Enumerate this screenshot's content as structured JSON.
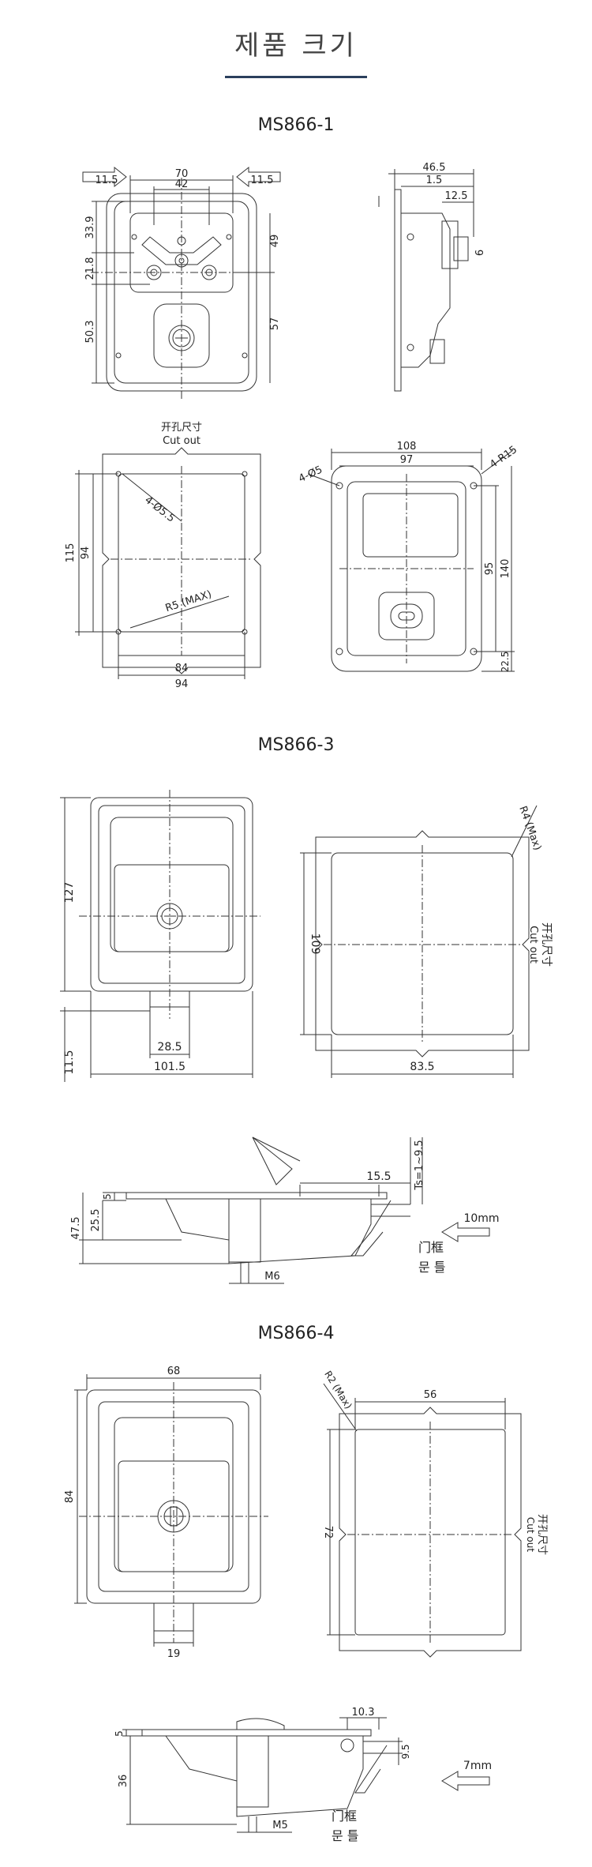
{
  "page": {
    "title": "제품 크기"
  },
  "sections": [
    {
      "model": "MS866-1",
      "front_view": {
        "dims": {
          "left_margin": "11.5",
          "overall_width": "70",
          "inner_width": "42",
          "right_margin": "11.5",
          "top_height": "33.9",
          "mid_height": "21.8",
          "lower_height": "50.3",
          "right_upper": "49",
          "right_lower": "57"
        }
      },
      "side_view": {
        "dims": {
          "depth": "46.5",
          "flange": "1.5",
          "cam": "12.5",
          "thickness": "6"
        }
      },
      "cutout_view": {
        "label_cn": "开孔尺寸",
        "label_en": "Cut out",
        "dims": {
          "holes": "4-Ø5.5",
          "radius": "R5 (MAX)",
          "height_outer": "115",
          "height_inner": "94",
          "width_inner": "84",
          "width_outer": "94"
        }
      },
      "back_view": {
        "dims": {
          "holes": "4-Ø5",
          "corner": "4-R15",
          "width_outer": "108",
          "width_inner": "97",
          "height_inner": "95",
          "height_outer": "140",
          "bottom": "22.5"
        }
      }
    },
    {
      "model": "MS866-3",
      "front_view": {
        "dims": {
          "height": "127",
          "lock_width": "28.5",
          "width": "101.5",
          "bottom": "11.5"
        }
      },
      "cutout_view": {
        "label_cn": "开孔尺寸",
        "label_en": "Cut out",
        "dims": {
          "radius": "R4 (Max)",
          "height": "109",
          "width": "83.5"
        }
      },
      "side_view": {
        "label_cn": "门框",
        "label_kr": "문 틀",
        "dims": {
          "ts": "Ts=1~9.5",
          "offset": "15.5",
          "flange": "5",
          "body": "25.5",
          "total": "47.5",
          "thread": "M6",
          "door": "10mm"
        }
      }
    },
    {
      "model": "MS866-4",
      "front_view": {
        "dims": {
          "width": "68",
          "height": "84",
          "lock_width": "19"
        }
      },
      "cutout_view": {
        "label_cn": "开孔尺寸",
        "label_en": "Cut out",
        "dims": {
          "radius": "R2 (Max)",
          "width": "56",
          "height": "72"
        }
      },
      "side_view": {
        "label_cn": "门框",
        "label_kr": "문 틀",
        "dims": {
          "offset": "10.3",
          "flange": "5",
          "gap": "9.5",
          "total": "36",
          "thread": "M5",
          "door": "7mm"
        }
      }
    }
  ]
}
